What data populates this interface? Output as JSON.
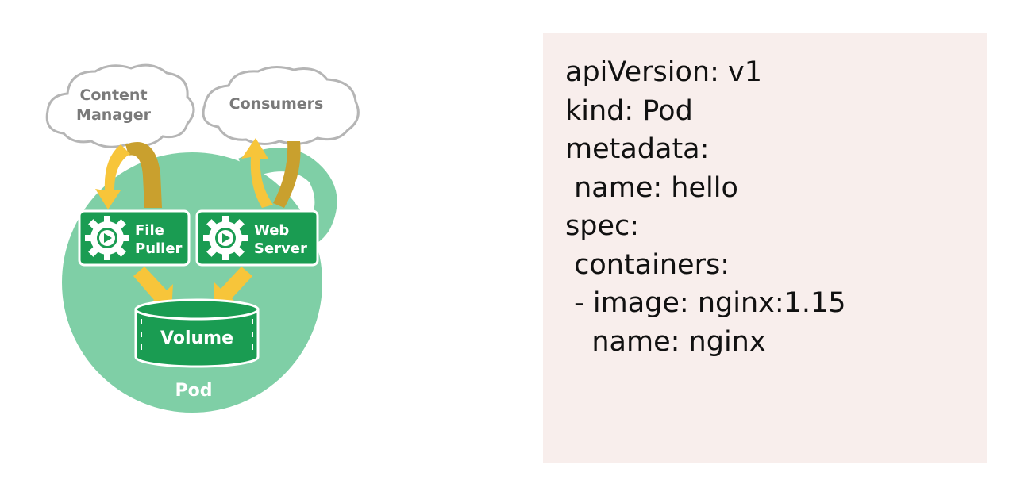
{
  "diagram": {
    "clouds": {
      "content_manager": [
        "Content",
        "Manager"
      ],
      "consumers": "Consumers"
    },
    "containers": {
      "file_puller": [
        "File",
        "Puller"
      ],
      "web_server": [
        "Web",
        "Server"
      ]
    },
    "volume": "Volume",
    "pod": "Pod",
    "colors": {
      "pod_fill": "#7fcfa6",
      "container_fill": "#1a9c52",
      "arrow_yellow": "#f7c53a",
      "arrow_dark": "#c9a02e",
      "cloud_fill": "#ffffff",
      "cloud_stroke": "#b5b5b5"
    }
  },
  "yaml": {
    "lines": [
      "apiVersion: v1",
      "kind: Pod",
      "metadata:",
      " name: hello",
      "spec:",
      " containers:",
      " - image: nginx:1.15",
      "   name: nginx"
    ],
    "background": "#f8eeec"
  }
}
